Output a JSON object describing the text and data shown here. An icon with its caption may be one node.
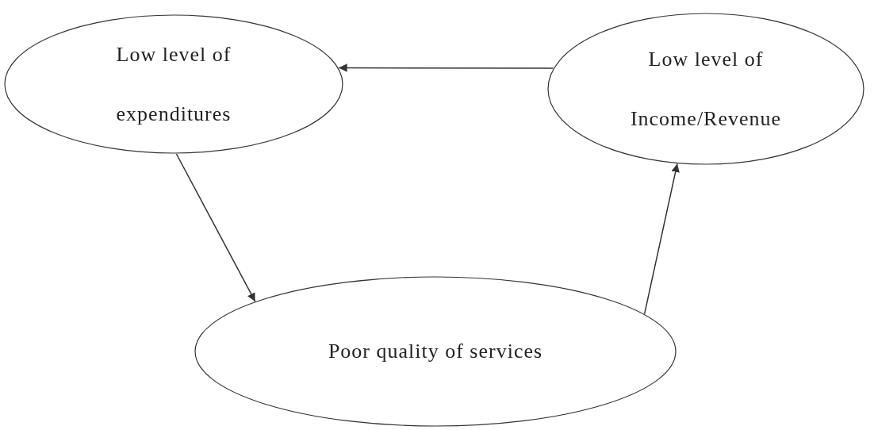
{
  "diagram": {
    "nodes": [
      {
        "text": [
          "Low level of expenditures"
        ]
      },
      {
        "text": [
          "Low level of Income/Revenue"
        ]
      },
      {
        "text": [
          "Poor quality of services"
        ]
      }
    ],
    "edges": [
      {
        "from": 1,
        "to": 0,
        "arrow": "to"
      },
      {
        "from": 0,
        "to": 2,
        "arrow": "to"
      },
      {
        "from": 2,
        "to": 1,
        "arrow": "to"
      }
    ]
  }
}
